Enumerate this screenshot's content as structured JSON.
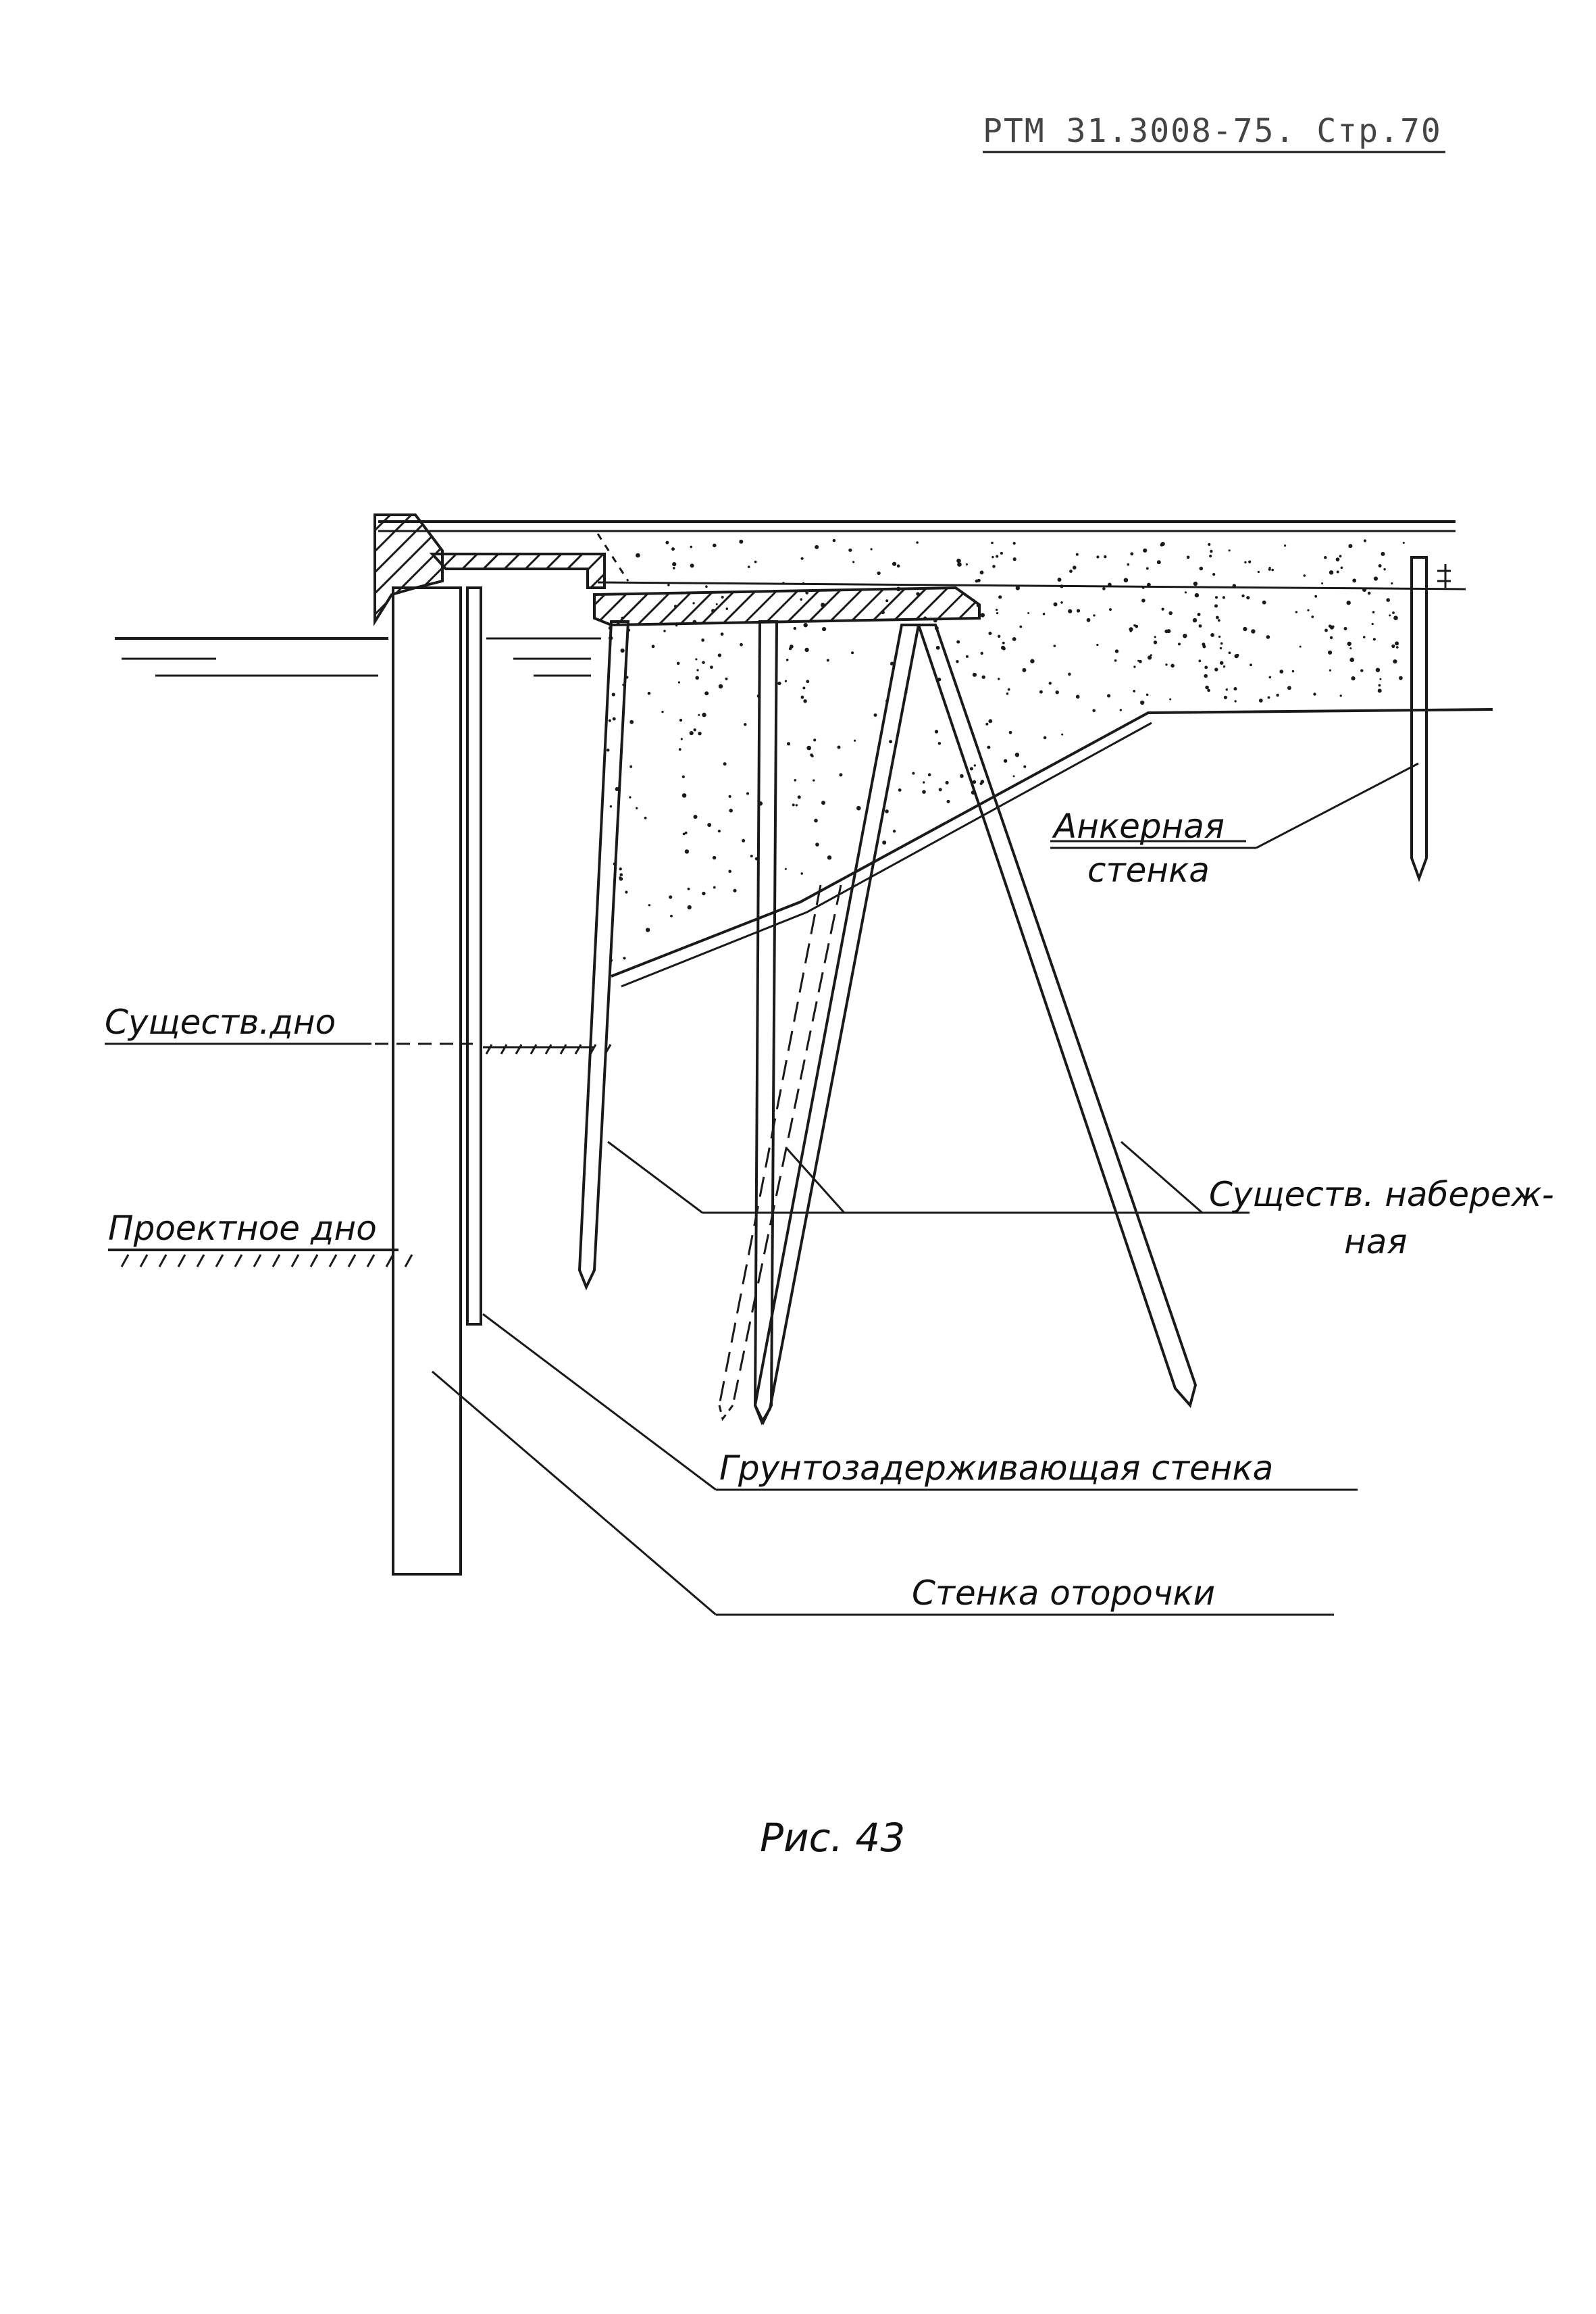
{
  "document": {
    "header": "РТМ 31.3008-75. Стр.70",
    "figure_caption": "Рис. 43"
  },
  "labels": {
    "anchor_wall_line1": "Анкерная",
    "anchor_wall_line2": "стенка",
    "existing_bottom": "Существ.дно",
    "existing_quay_line1": "Существ. набереж-",
    "existing_quay_line2": "ная",
    "design_bottom": "Проектное дно",
    "soil_retaining_wall": "Грунтозадерживающая стенка",
    "edge_wall": "Стенка оторочки"
  },
  "colors": {
    "ink": "#1a1a1a",
    "paper": "#ffffff"
  }
}
